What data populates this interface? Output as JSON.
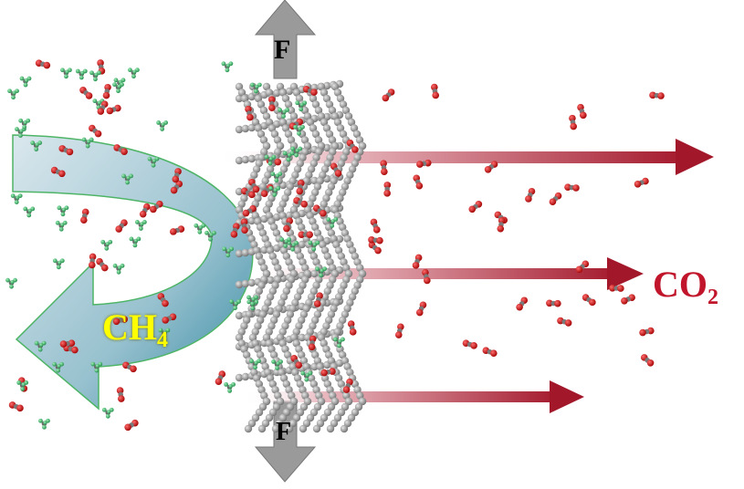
{
  "labels": {
    "co2_main": "CO",
    "co2_sub": "2",
    "ch4_main": "CH",
    "ch4_sub": "4",
    "force_top": "F",
    "force_bottom": "F"
  },
  "colors": {
    "co2_label": "#c0152a",
    "ch4_label": "#ffff00",
    "arrow_red": "#a3172a",
    "ch4_arrow_fill": "#4f9db0",
    "ch4_arrow_stroke": "#3fae5a",
    "force_arrow": "#9a9a9a",
    "membrane_atom": "#8c8c8c",
    "co2_oxygen": "#d81818",
    "co2_carbon": "#7a7a7a",
    "ch4_atom": "#3fbf6a"
  }
}
